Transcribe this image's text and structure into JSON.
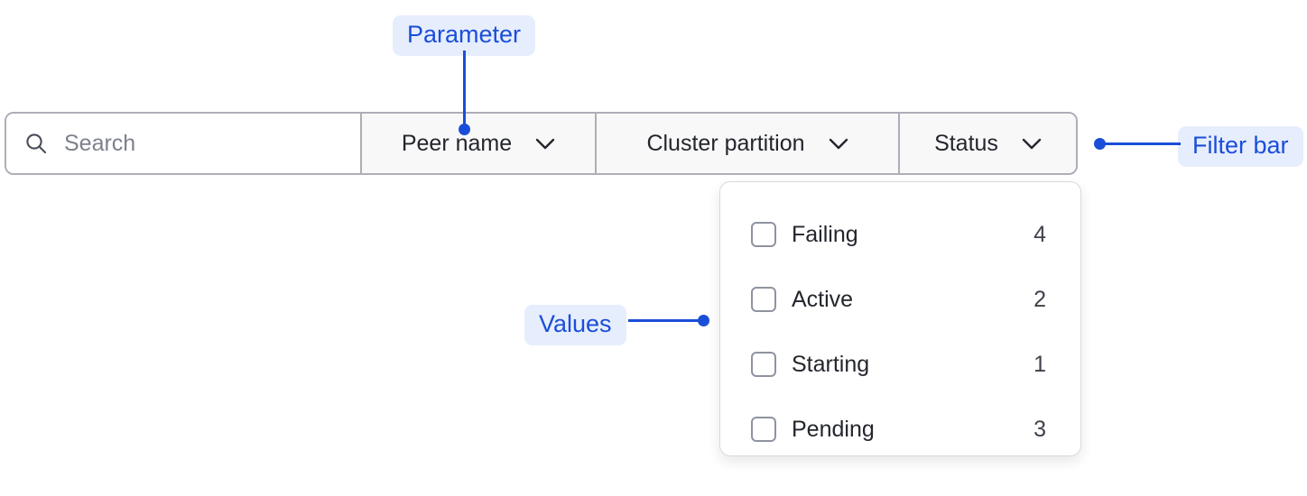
{
  "filter_bar": {
    "search": {
      "placeholder": "Search",
      "value": "",
      "icon": "search-icon"
    },
    "dropdowns": [
      {
        "label": "Peer name",
        "icon": "chevron-down-icon"
      },
      {
        "label": "Cluster partition",
        "icon": "chevron-down-icon"
      },
      {
        "label": "Status",
        "icon": "chevron-down-icon"
      }
    ]
  },
  "values_panel": {
    "open_for": "Status",
    "options": [
      {
        "label": "Failing",
        "count": "4",
        "checked": false
      },
      {
        "label": "Active",
        "count": "2",
        "checked": false
      },
      {
        "label": "Starting",
        "count": "1",
        "checked": false
      },
      {
        "label": "Pending",
        "count": "3",
        "checked": false
      }
    ]
  },
  "annotations": [
    {
      "label": "Parameter",
      "target": "peer-name-dropdown"
    },
    {
      "label": "Values",
      "target": "values-panel"
    },
    {
      "label": "Filter bar",
      "target": "filter-bar"
    }
  ],
  "colors": {
    "accent": "#1b4ed8",
    "badge_bg": "#e6edfd",
    "bar_border": "#adaeb8",
    "bar_fill": "#f8f8f9",
    "search_fill": "#ffffff",
    "text": "#24262d",
    "placeholder": "#7d818c",
    "checkbox_border": "#8f939f",
    "panel_border": "#d9dade"
  }
}
